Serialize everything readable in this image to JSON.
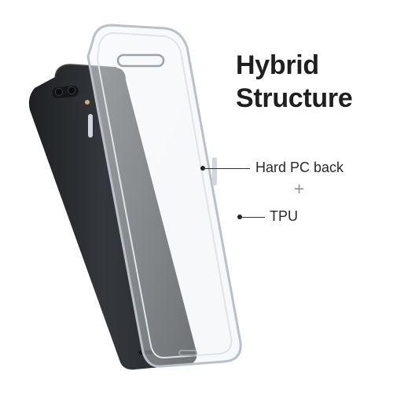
{
  "headline": {
    "line1": "Hybrid",
    "line2": "Structure"
  },
  "callouts": {
    "hard_pc_back": "Hard PC back",
    "separator": "+",
    "tpu": "TPU"
  },
  "colors": {
    "phone_body": "#2b2d30",
    "case_edge": "#c9d0d6",
    "text": "#1f1f1f"
  }
}
